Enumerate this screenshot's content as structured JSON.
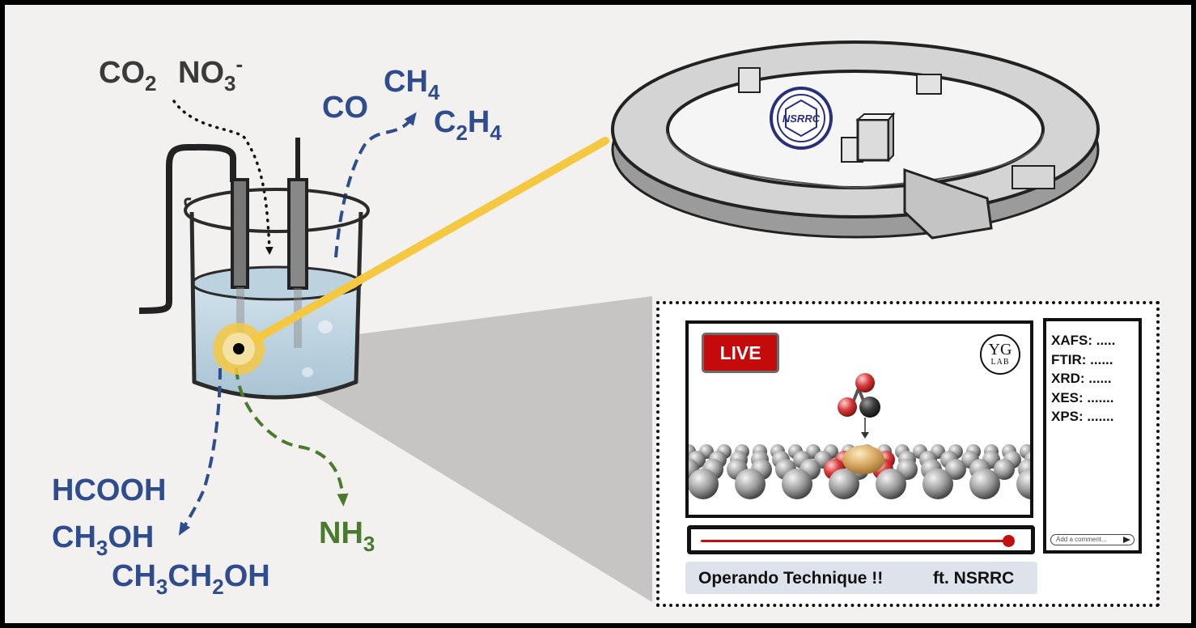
{
  "reactants": {
    "co2": {
      "base": "CO",
      "sub": "2"
    },
    "no3": {
      "base": "NO",
      "sub": "3",
      "sup": "-"
    }
  },
  "products": {
    "co": "CO",
    "ch4": {
      "base": "CH",
      "sub": "4"
    },
    "c2h4": {
      "a": "C",
      "sub1": "2",
      "b": "H",
      "sub2": "4"
    },
    "hcooh": "HCOOH",
    "ch3oh": {
      "a": "CH",
      "sub": "3",
      "b": "OH"
    },
    "ch3ch2oh": {
      "a": "CH",
      "sub1": "3",
      "b": "CH",
      "sub2": "2",
      "c": "OH"
    },
    "nh3": {
      "base": "NH",
      "sub": "3"
    }
  },
  "synchrotron": {
    "logo_text": "NSRRC"
  },
  "stream": {
    "live_label": "LIVE",
    "channel_logo": {
      "line1": "YG",
      "line2": "LAB"
    },
    "progress": 0.96,
    "caption": "Operando Technique !!",
    "credit": "ft. NSRRC",
    "techniques": [
      "XAFS: .....",
      "FTIR: ......",
      "XRD: ......",
      "XES: .......",
      "XPS: ......."
    ],
    "comment_placeholder": "Add a comment..."
  },
  "colors": {
    "reactant_text": "#3a3a3a",
    "carbon_products": "#2f4d8c",
    "nitrogen_product": "#4a7a2e",
    "beam": "#f5c842",
    "live_red": "#c40a0a"
  }
}
